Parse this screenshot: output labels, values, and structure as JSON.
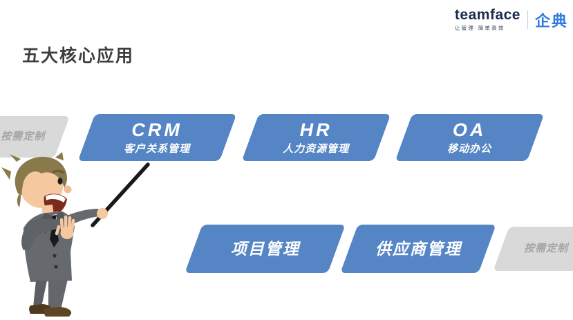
{
  "logo": {
    "brand": "teamface",
    "tagline": "让管理·简单高效",
    "product": "企典"
  },
  "heading": "五大核心应用",
  "row1": {
    "custom_label": "按需定制",
    "items": [
      {
        "title": "CRM",
        "subtitle": "客户关系管理"
      },
      {
        "title": "HR",
        "subtitle": "人力资源管理"
      },
      {
        "title": "OA",
        "subtitle": "移动办公"
      }
    ]
  },
  "row2": {
    "custom_label": "按需定制",
    "items": [
      {
        "title": "项目管理"
      },
      {
        "title": "供应商管理"
      }
    ]
  },
  "colors": {
    "accent_blue": "#5585C5",
    "shape_gray": "#D9D9D9",
    "shape_gray_text": "#A5A5A5",
    "heading_text": "#3E3E3E",
    "logo_navy": "#1B2B4D",
    "logo_blue": "#2F7BDE"
  },
  "illustration": {
    "name": "businessman-presenter"
  }
}
